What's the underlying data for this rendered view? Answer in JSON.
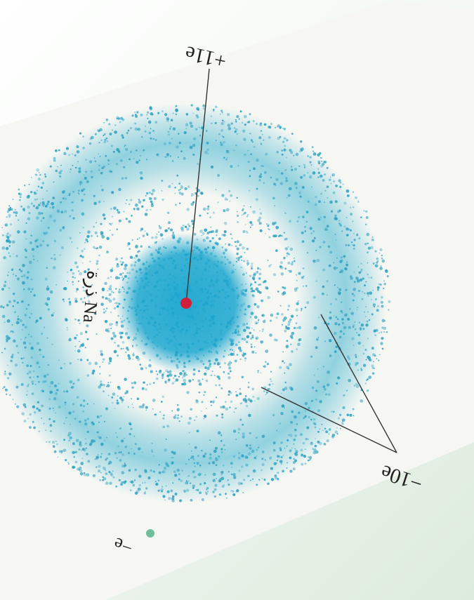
{
  "labels": {
    "nucleus_charge": "+11e",
    "inner_electrons_charge": "−10e",
    "atom_caption": "ذرة Na",
    "legend_electron": "−e"
  },
  "colors": {
    "background_top": "#ffffff",
    "background_bottom": "#dcebdc",
    "panel": "#f4f6f2",
    "electron_dot": "#2a9fbf",
    "nucleus": "#d21f3c",
    "legend_dot": "#6fbf9a",
    "pointer_line": "#333333"
  }
}
